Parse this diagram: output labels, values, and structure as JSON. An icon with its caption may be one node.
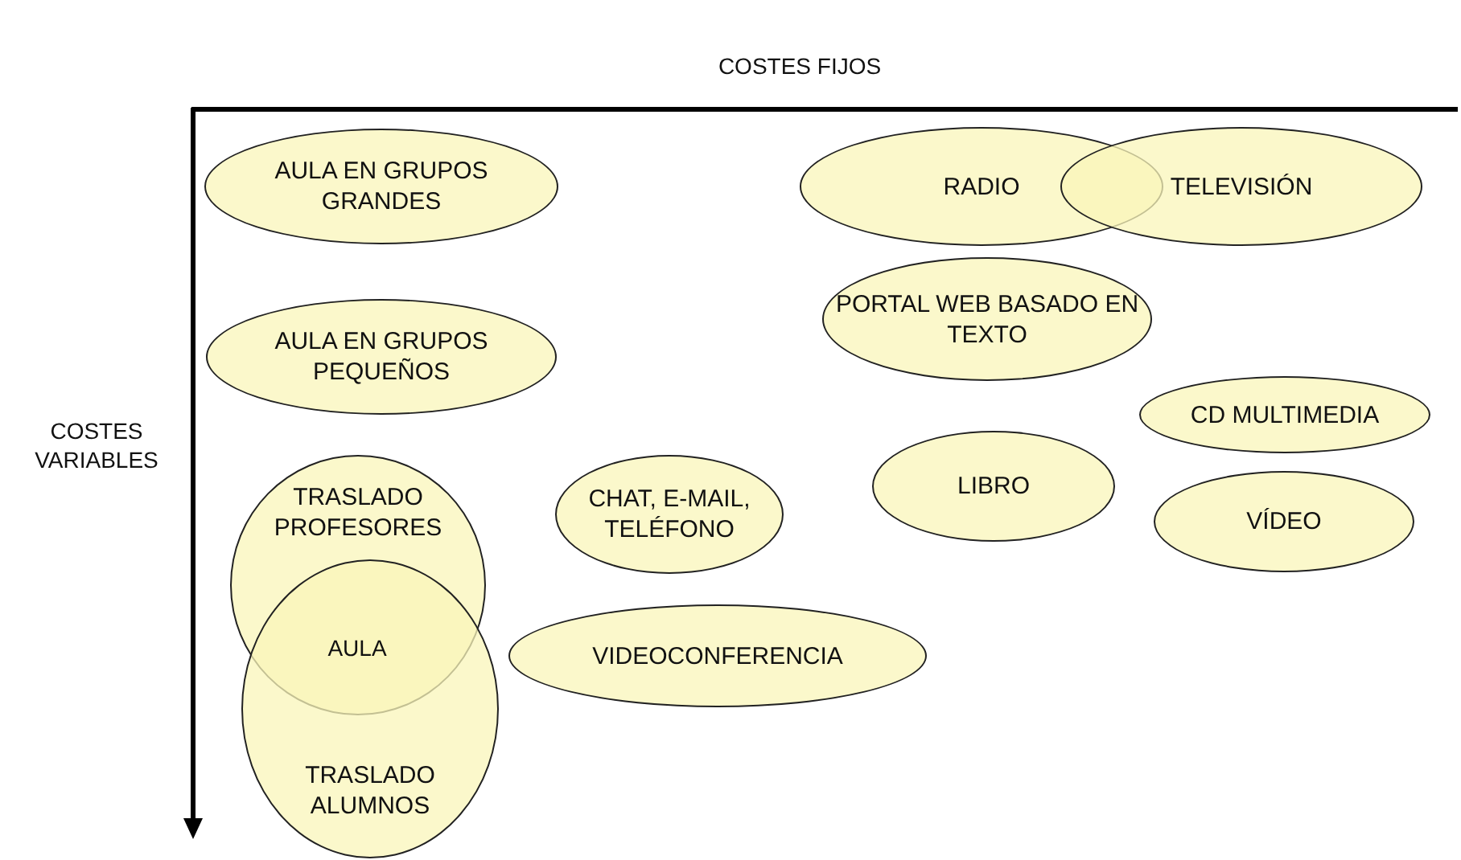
{
  "diagram": {
    "nodes": [
      {
        "text": [
          "AULA EN GRUPOS GRANDES"
        ]
      },
      {
        "text": [
          "AULA EN GRUPOS PEQUEÑOS"
        ]
      },
      {
        "text": [
          "TRASLADO PROFESORES"
        ]
      },
      {
        "text": [
          "TRASLADO ALUMNOS"
        ]
      },
      {
        "text": [
          "RADIO"
        ]
      },
      {
        "text": [
          "TELEVISIÓN"
        ]
      },
      {
        "text": [
          "PORTAL WEB BASADO EN TEXTO"
        ]
      },
      {
        "text": [
          "CD MULTIMEDIA"
        ]
      },
      {
        "text": [
          "LIBRO"
        ]
      },
      {
        "text": [
          "CHAT, E-MAIL, TELÉFONO"
        ]
      },
      {
        "text": [
          "VÍDEO"
        ]
      },
      {
        "text": [
          "VIDEOCONFERENCIA"
        ]
      }
    ],
    "labels": [
      "COSTES FIJOS",
      "COSTES VARIABLES",
      "AULA"
    ]
  }
}
